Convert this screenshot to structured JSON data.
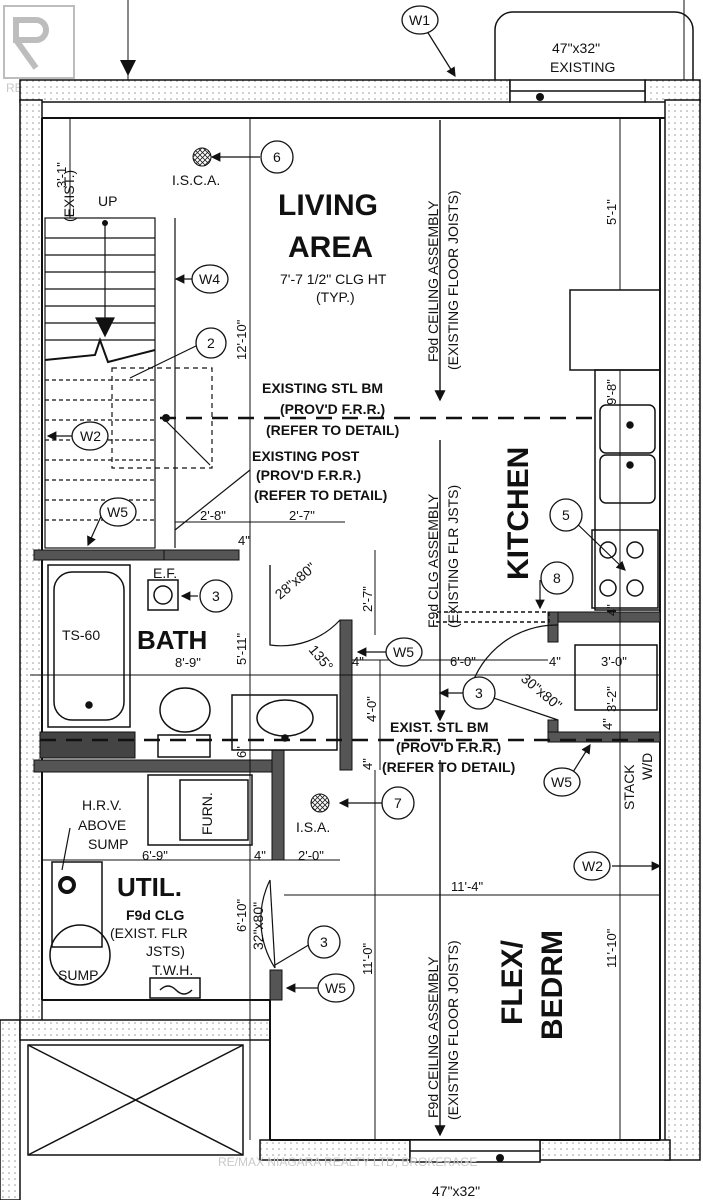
{
  "brand": {
    "watermark": "REALTOR®",
    "footer": "RE/MAX NIAGARA REALTY LTD, BROKERAGE"
  },
  "rooms": {
    "living_line1": "LIVING",
    "living_line2": "AREA",
    "living_ceiling_height": "7'-7 1/2\" CLG HT",
    "living_typ": "(TYP.)",
    "kitchen": "KITCHEN",
    "bath": "BATH",
    "util": "UTIL.",
    "flex_line1": "FLEX/",
    "flex_line2": "BEDRM"
  },
  "notes": {
    "ceiling_assembly_1": "F9d CEILING ASSEMBLY",
    "ceiling_assembly_1b": "(EXISTING FLOOR JOISTS)",
    "ceiling_clg_1": "F9d CLG ASSEMBLY",
    "ceiling_clg_1b": "(EXISTING FLR JSTS)",
    "ceiling_assembly_2": "F9d CEILING ASSEMBLY",
    "ceiling_assembly_2b": "(EXISTING FLOOR JOISTS)",
    "beam_1": "EXISTING STL BM",
    "beam_1b": "(PROV'D F.R.R.)",
    "beam_1c": "(REFER TO DETAIL)",
    "post_1": "EXISTING POST",
    "post_1b": "(PROV'D F.R.R.)",
    "post_1c": "(REFER TO DETAIL)",
    "beam_2": "EXIST. STL BM",
    "beam_2b": "(PROV'D F.R.R.)",
    "beam_2c": "(REFER TO DETAIL)",
    "isca": "I.S.C.A.",
    "isa": "I.S.A.",
    "ef": "E.F.",
    "ts60": "TS-60",
    "furn": "FURN.",
    "hrv1": "H.R.V.",
    "hrv2": "ABOVE",
    "hrv3": "SUMP",
    "util_clg1": "F9d CLG",
    "util_clg2": "(EXIST. FLR",
    "util_clg3": "JSTS)",
    "twh": "T.W.H.",
    "sump": "SUMP",
    "up": "UP",
    "exist_top": "(EXIST.)",
    "window_top_size": "47\"x32\"",
    "window_top_label": "EXISTING",
    "window_bottom_size": "47\"x32\"",
    "stack": "STACK",
    "wd": "W/D"
  },
  "door_labels": {
    "bath_door": "28\"x80\"",
    "kitchen_door": "30\"x80\"",
    "util_door": "32\"x80\"",
    "angle": "135°"
  },
  "tags": {
    "w1": "W1",
    "w2a": "W2",
    "w2b": "W2",
    "w4": "W4",
    "w5a": "W5",
    "w5b": "W5",
    "w5c": "W5",
    "w5d": "W5",
    "c2": "2",
    "c3a": "3",
    "c3b": "3",
    "c3c": "3",
    "c5": "5",
    "c6": "6",
    "c7": "7",
    "c8": "8"
  },
  "dimensions": {
    "d_3_1": "3'-1\"",
    "d_12_10": "12'-10\"",
    "d_5_1": "5'-1\"",
    "d_9_8": "9'-8\"",
    "d_2_8": "2'-8\"",
    "d_2_7a": "2'-7\"",
    "d_2_7b": "2'-7\"",
    "d_4a": "4\"",
    "d_5_11": "5'-11\"",
    "d_8_9": "8'-9\"",
    "d_6_0": "6'-0\"",
    "d_4b": "4\"",
    "d_4c": "4\"",
    "d_3_0": "3'-0\"",
    "d_3_2": "3'-2\"",
    "d_4_0": "4'-0\"",
    "d_4d": "4\"",
    "d_6a": "6\"",
    "d_6_9": "6'-9\"",
    "d_4e": "4\"",
    "d_2_0": "2'-0\"",
    "d_6_10": "6'-10\"",
    "d_11_4": "11'-4\"",
    "d_11_0": "11'-0\"",
    "d_11_10": "11'-10\"",
    "d_4f": "4\"",
    "d_4g": "4\""
  }
}
